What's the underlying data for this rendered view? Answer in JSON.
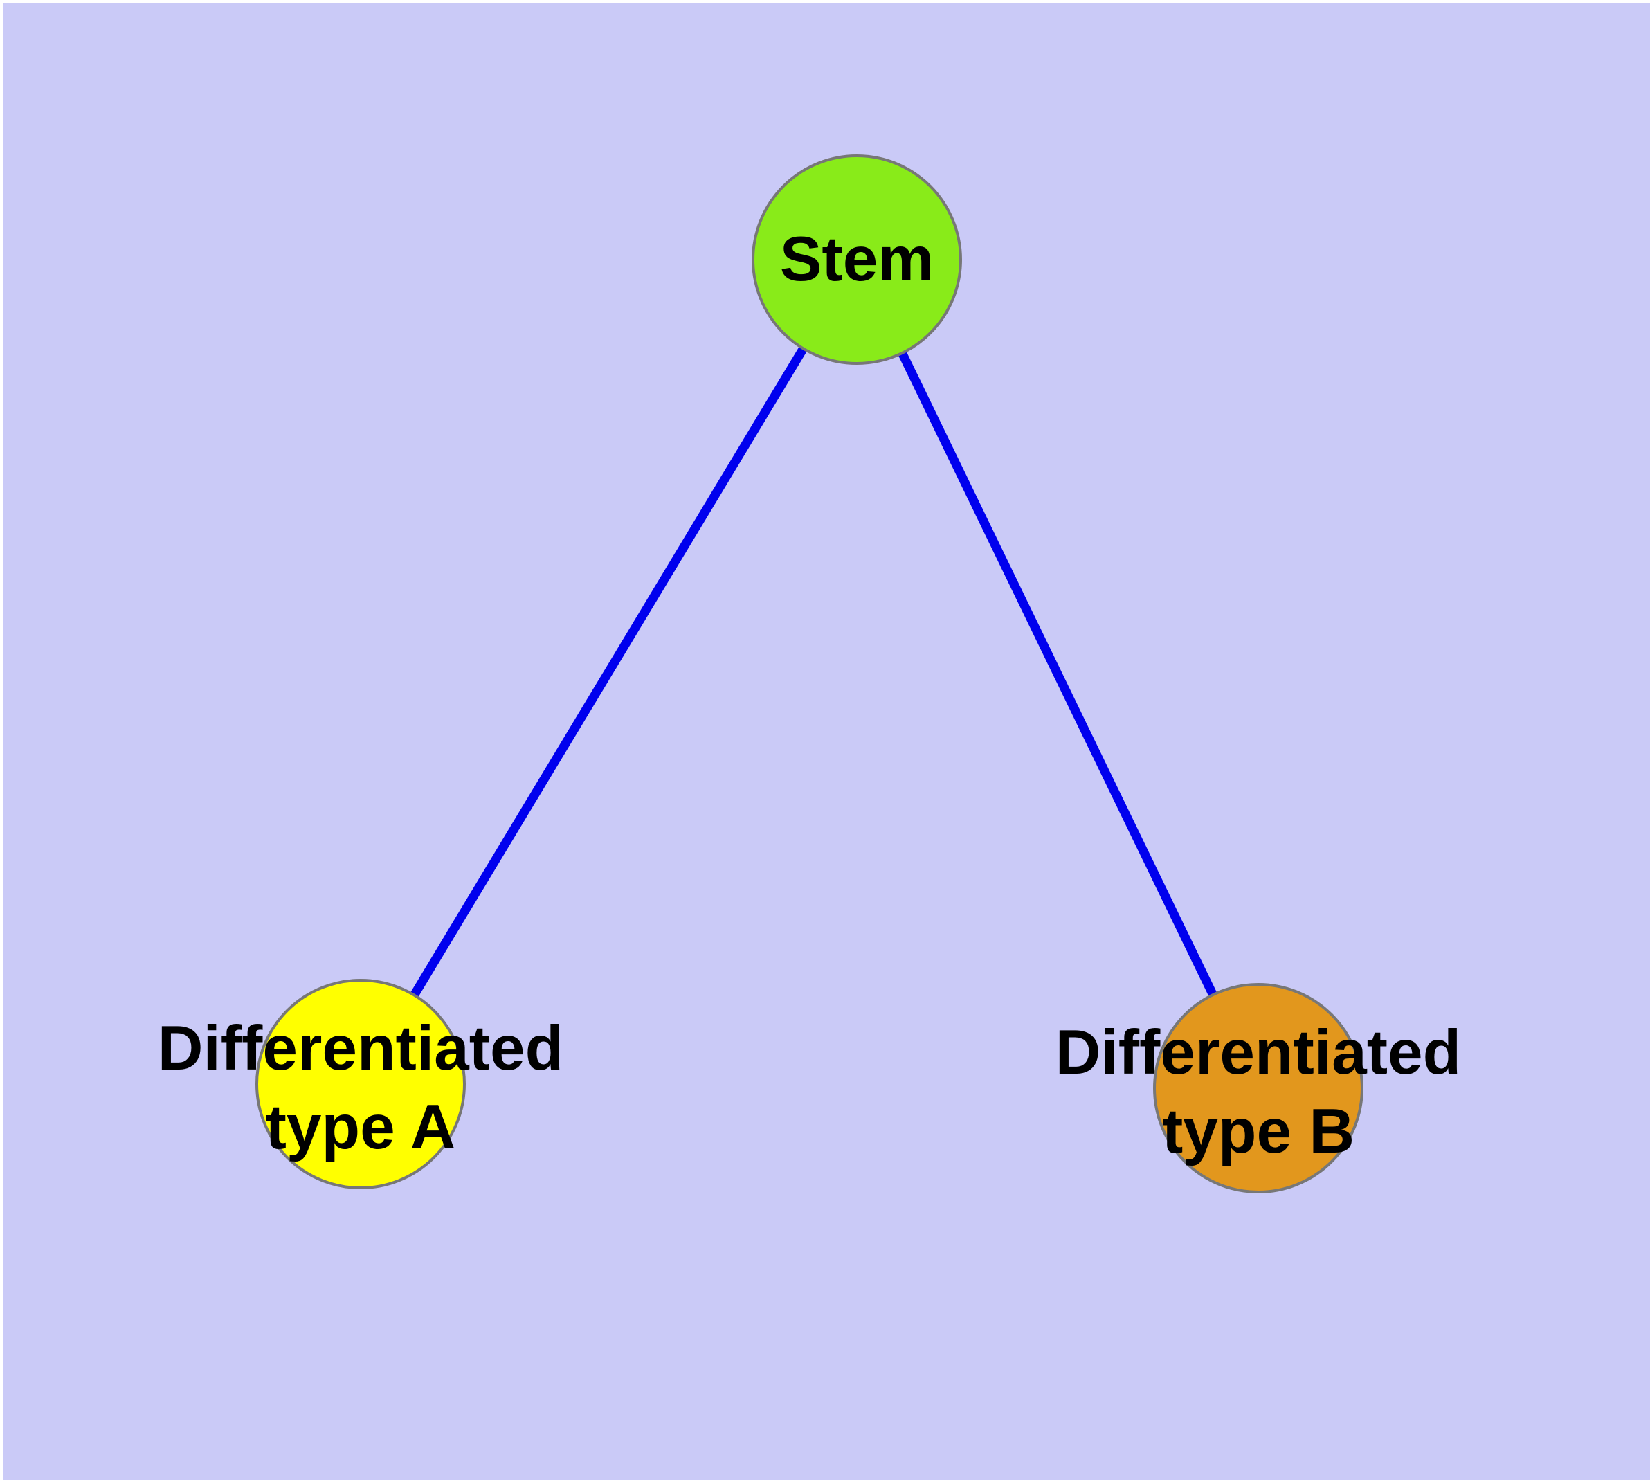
{
  "diagram": {
    "type": "node-link-graph",
    "description": "Stem cell differentiation diagram: one stem node branching to two differentiated cell types"
  },
  "canvas": {
    "background_color": "#cacaf7",
    "margin_color": "#ffffff"
  },
  "nodes": {
    "stem": {
      "label": "Stem",
      "fill": "#89eb19",
      "border_color": "#777777",
      "text_color": "#000000"
    },
    "type_a": {
      "label_line1": "Differentiated",
      "label_line2": "type A",
      "fill": "#ffff00",
      "border_color": "#777777",
      "text_color": "#000000"
    },
    "type_b": {
      "label_line1": "Differentiated",
      "label_line2": "type B",
      "fill": "#e2971d",
      "border_color": "#777777",
      "text_color": "#000000"
    }
  },
  "edges": {
    "color": "#0000ee",
    "list": [
      {
        "from": "Stem",
        "to": "Differentiated type A"
      },
      {
        "from": "Stem",
        "to": "Differentiated type B"
      }
    ]
  }
}
